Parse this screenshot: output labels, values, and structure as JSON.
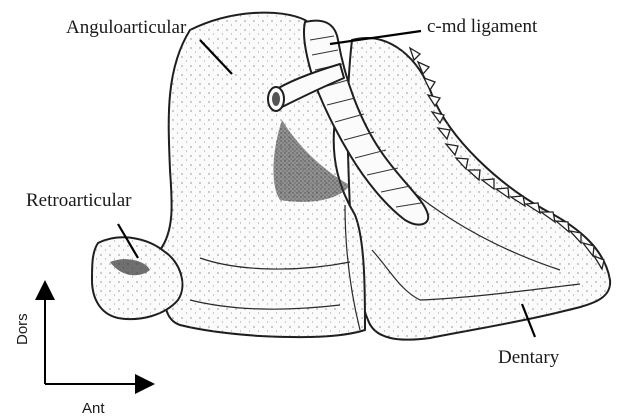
{
  "labels": {
    "anguloarticular": "Anguloarticular",
    "cmd_ligament": "c-md ligament",
    "retroarticular": "Retroarticular",
    "dentary": "Dentary"
  },
  "axes": {
    "vertical": "Dors",
    "horizontal": "Ant"
  },
  "colors": {
    "ink": "#1e1e1e",
    "background": "#ffffff"
  }
}
